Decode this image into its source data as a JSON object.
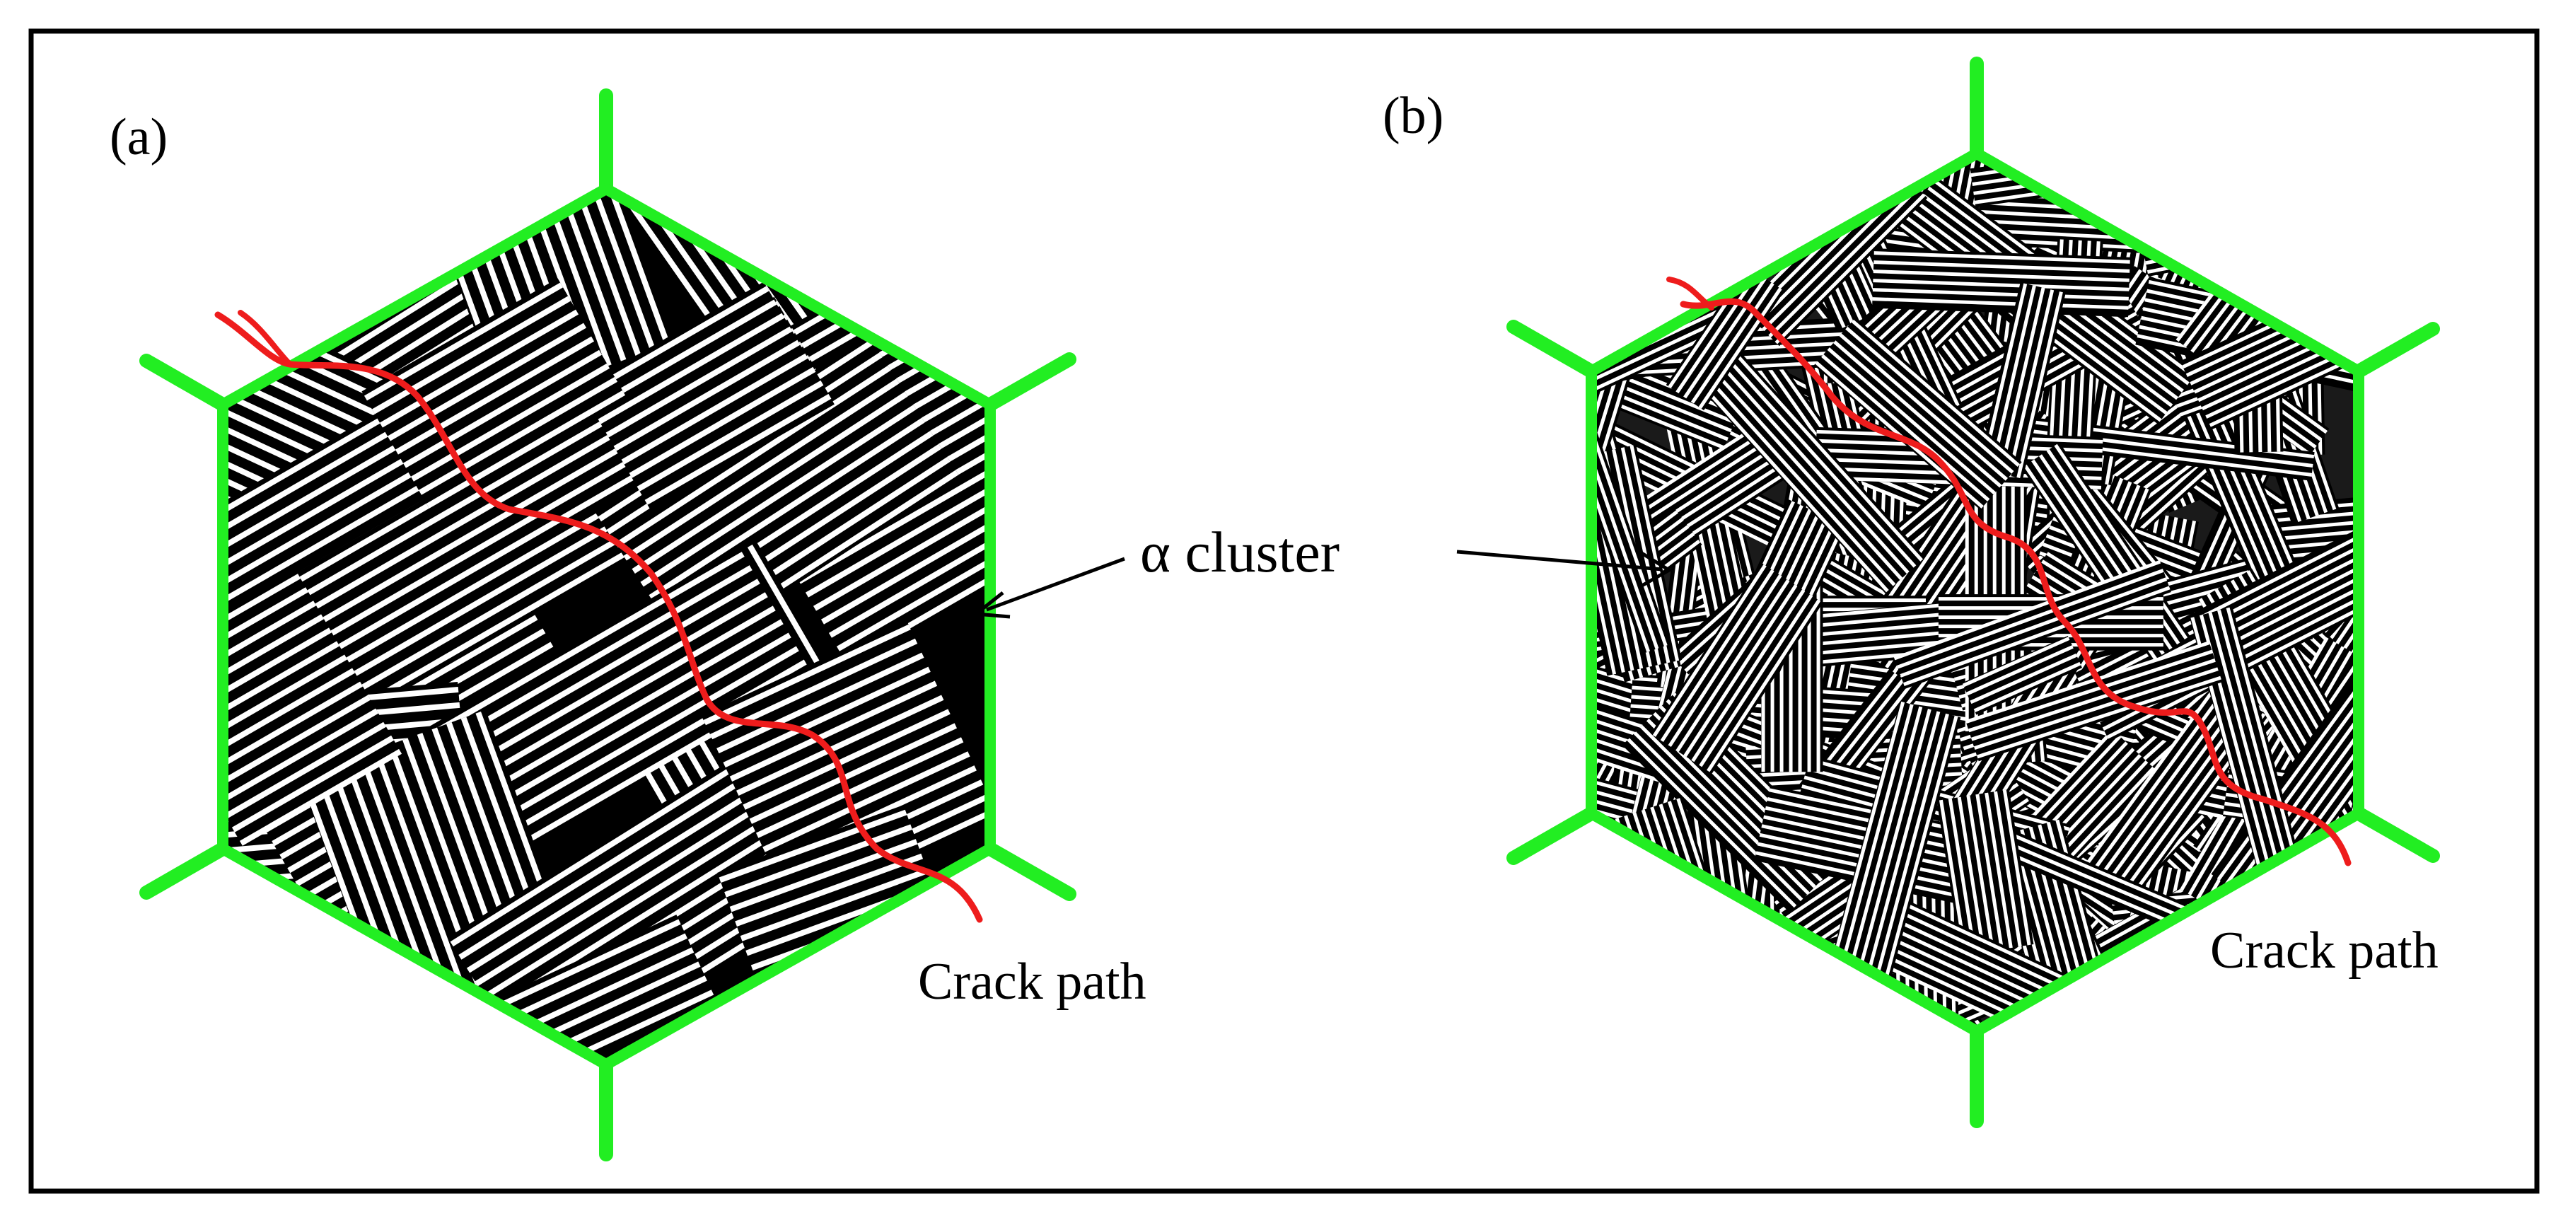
{
  "panels": [
    {
      "label": "(a)",
      "crack_label": "Crack path"
    },
    {
      "label": "(b)",
      "crack_label": "Crack path"
    }
  ],
  "annotation": {
    "text": "α cluster"
  },
  "colors": {
    "grain_boundary": "#22ee22",
    "crack": "#ee1c1c",
    "lamella_dark": "#000000",
    "lamella_light": "#ffffff",
    "frame": "#000000"
  }
}
